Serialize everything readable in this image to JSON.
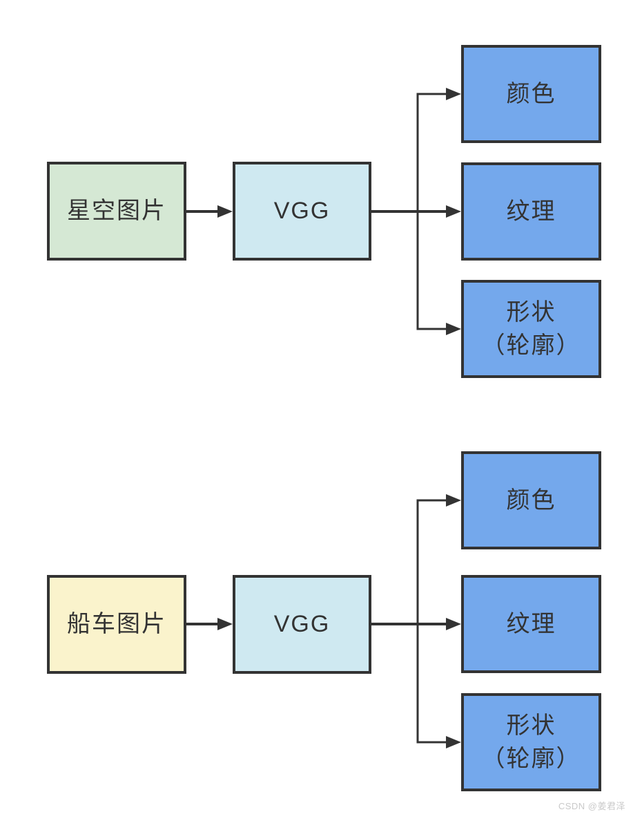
{
  "watermark": "CSDN @姜君泽",
  "colors": {
    "background": "#ffffff",
    "border": "#333333",
    "connector": "#333333",
    "text": "#333333",
    "source_green_fill": "#d5e8d4",
    "source_yellow_fill": "#faf3cc",
    "processor_fill": "#cfe9f1",
    "output_fill": "#74a8ec",
    "watermark_text": "#c9c9c9"
  },
  "flows": [
    {
      "source": {
        "label": "星空图片",
        "fill": "#d5e8d4"
      },
      "processor": {
        "label": "VGG",
        "fill": "#cfe9f1"
      },
      "outputs": [
        {
          "label": "颜色",
          "fill": "#74a8ec"
        },
        {
          "label": "纹理",
          "fill": "#74a8ec"
        },
        {
          "label": "形状\n（轮廓）",
          "fill": "#74a8ec"
        }
      ]
    },
    {
      "source": {
        "label": "船车图片",
        "fill": "#faf3cc"
      },
      "processor": {
        "label": "VGG",
        "fill": "#cfe9f1"
      },
      "outputs": [
        {
          "label": "颜色",
          "fill": "#74a8ec"
        },
        {
          "label": "纹理",
          "fill": "#74a8ec"
        },
        {
          "label": "形状\n（轮廓）",
          "fill": "#74a8ec"
        }
      ]
    }
  ]
}
